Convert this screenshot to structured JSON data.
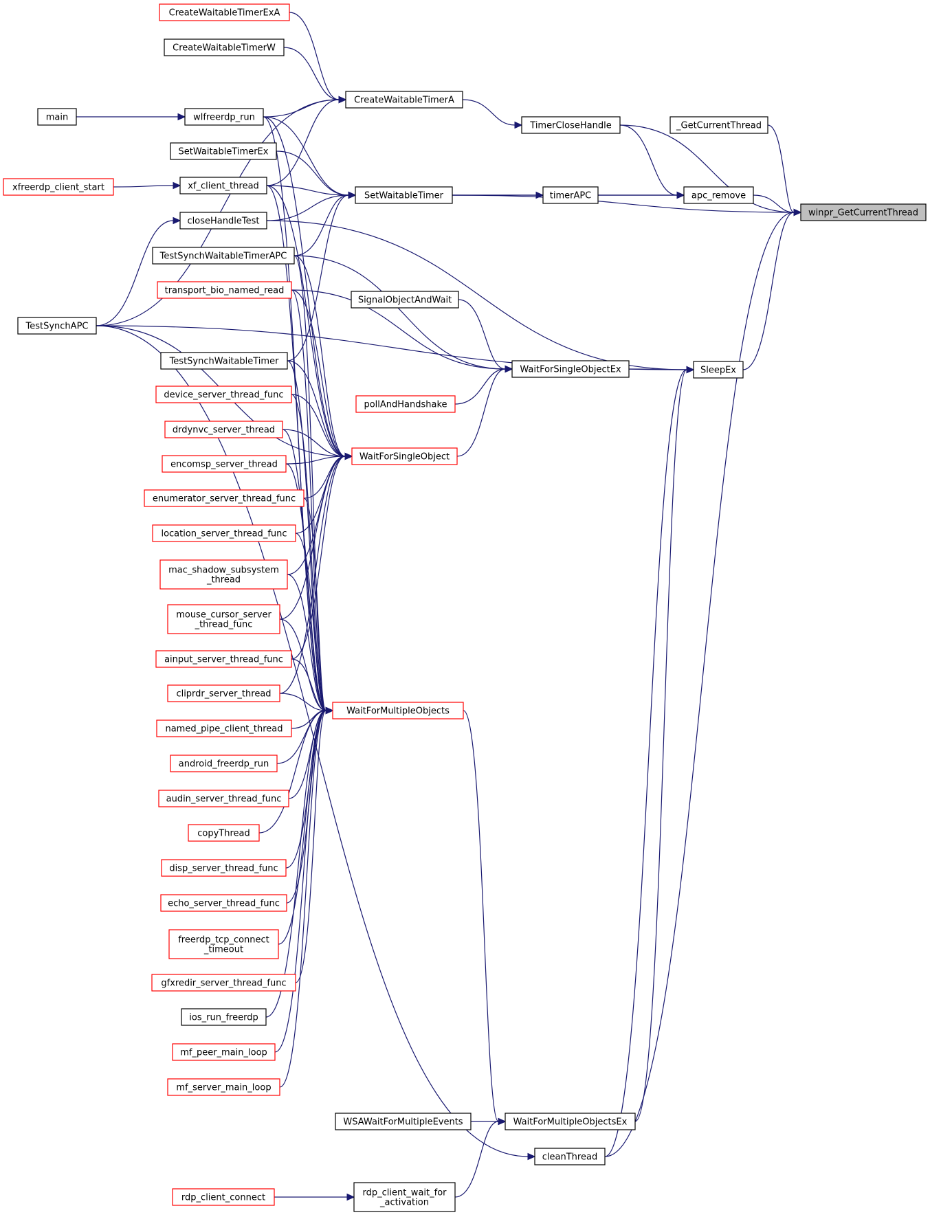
{
  "colors": {
    "edge": "#191970",
    "border_normal": "#000000",
    "border_external": "#ff0000",
    "focus_fill": "#bfbfbf",
    "background": "#ffffff"
  },
  "nodes": {
    "CreateWaitableTimerExA": {
      "label": [
        "CreateWaitableTimerExA"
      ],
      "style": "red"
    },
    "CreateWaitableTimerW": {
      "label": [
        "CreateWaitableTimerW"
      ],
      "style": "black"
    },
    "main": {
      "label": [
        "main"
      ],
      "style": "black"
    },
    "wlfreerdp_run": {
      "label": [
        "wlfreerdp_run"
      ],
      "style": "black"
    },
    "CreateWaitableTimerA": {
      "label": [
        "CreateWaitableTimerA"
      ],
      "style": "black"
    },
    "TimerCloseHandle": {
      "label": [
        "TimerCloseHandle"
      ],
      "style": "black"
    },
    "_GetCurrentThread": {
      "label": [
        "_GetCurrentThread"
      ],
      "style": "black"
    },
    "SetWaitableTimerEx": {
      "label": [
        "SetWaitableTimerEx"
      ],
      "style": "black"
    },
    "xfreerdp_client_start": {
      "label": [
        "xfreerdp_client_start"
      ],
      "style": "red"
    },
    "xf_client_thread": {
      "label": [
        "xf_client_thread"
      ],
      "style": "black"
    },
    "SetWaitableTimer": {
      "label": [
        "SetWaitableTimer"
      ],
      "style": "black"
    },
    "timerAPC": {
      "label": [
        "timerAPC"
      ],
      "style": "black"
    },
    "apc_remove": {
      "label": [
        "apc_remove"
      ],
      "style": "black"
    },
    "winpr_GetCurrentThread": {
      "label": [
        "winpr_GetCurrentThread"
      ],
      "style": "focus"
    },
    "closeHandleTest": {
      "label": [
        "closeHandleTest"
      ],
      "style": "black"
    },
    "TestSynchWaitableTimerAPC": {
      "label": [
        "TestSynchWaitableTimerAPC"
      ],
      "style": "black"
    },
    "transport_bio_named_read": {
      "label": [
        "transport_bio_named_read"
      ],
      "style": "red"
    },
    "SignalObjectAndWait": {
      "label": [
        "SignalObjectAndWait"
      ],
      "style": "black"
    },
    "TestSynchAPC": {
      "label": [
        "TestSynchAPC"
      ],
      "style": "black"
    },
    "TestSynchWaitableTimer": {
      "label": [
        "TestSynchWaitableTimer"
      ],
      "style": "black"
    },
    "WaitForSingleObjectEx": {
      "label": [
        "WaitForSingleObjectEx"
      ],
      "style": "black"
    },
    "SleepEx": {
      "label": [
        "SleepEx"
      ],
      "style": "black"
    },
    "device_server_thread_func": {
      "label": [
        "device_server_thread_func"
      ],
      "style": "red"
    },
    "pollAndHandshake": {
      "label": [
        "pollAndHandshake"
      ],
      "style": "red"
    },
    "drdynvc_server_thread": {
      "label": [
        "drdynvc_server_thread"
      ],
      "style": "red"
    },
    "WaitForSingleObject": {
      "label": [
        "WaitForSingleObject"
      ],
      "style": "red"
    },
    "encomsp_server_thread": {
      "label": [
        "encomsp_server_thread"
      ],
      "style": "red"
    },
    "enumerator_server_thread_func": {
      "label": [
        "enumerator_server_thread_func"
      ],
      "style": "red"
    },
    "location_server_thread_func": {
      "label": [
        "location_server_thread_func"
      ],
      "style": "red"
    },
    "mac_shadow_subsystem_thread": {
      "label": [
        "mac_shadow_subsystem",
        "_thread"
      ],
      "style": "red"
    },
    "mouse_cursor_server_thread_func": {
      "label": [
        "mouse_cursor_server",
        "_thread_func"
      ],
      "style": "red"
    },
    "ainput_server_thread_func": {
      "label": [
        "ainput_server_thread_func"
      ],
      "style": "red"
    },
    "cliprdr_server_thread": {
      "label": [
        "cliprdr_server_thread"
      ],
      "style": "red"
    },
    "WaitForMultipleObjects": {
      "label": [
        "WaitForMultipleObjects"
      ],
      "style": "red"
    },
    "named_pipe_client_thread": {
      "label": [
        "named_pipe_client_thread"
      ],
      "style": "red"
    },
    "android_freerdp_run": {
      "label": [
        "android_freerdp_run"
      ],
      "style": "red"
    },
    "audin_server_thread_func": {
      "label": [
        "audin_server_thread_func"
      ],
      "style": "red"
    },
    "copyThread": {
      "label": [
        "copyThread"
      ],
      "style": "red"
    },
    "disp_server_thread_func": {
      "label": [
        "disp_server_thread_func"
      ],
      "style": "red"
    },
    "echo_server_thread_func": {
      "label": [
        "echo_server_thread_func"
      ],
      "style": "red"
    },
    "freerdp_tcp_connect_timeout": {
      "label": [
        "freerdp_tcp_connect",
        "_timeout"
      ],
      "style": "red"
    },
    "gfxredir_server_thread_func": {
      "label": [
        "gfxredir_server_thread_func"
      ],
      "style": "red"
    },
    "ios_run_freerdp": {
      "label": [
        "ios_run_freerdp"
      ],
      "style": "black"
    },
    "mf_peer_main_loop": {
      "label": [
        "mf_peer_main_loop"
      ],
      "style": "red"
    },
    "mf_server_main_loop": {
      "label": [
        "mf_server_main_loop"
      ],
      "style": "red"
    },
    "WSAWaitForMultipleEvents": {
      "label": [
        "WSAWaitForMultipleEvents"
      ],
      "style": "black"
    },
    "WaitForMultipleObjectsEx": {
      "label": [
        "WaitForMultipleObjectsEx"
      ],
      "style": "black"
    },
    "cleanThread": {
      "label": [
        "cleanThread"
      ],
      "style": "black"
    },
    "rdp_client_connect": {
      "label": [
        "rdp_client_connect"
      ],
      "style": "red"
    },
    "rdp_client_wait_for_activation": {
      "label": [
        "rdp_client_wait_for",
        "_activation"
      ],
      "style": "black"
    }
  },
  "edges": [
    [
      "CreateWaitableTimerExA",
      "CreateWaitableTimerA"
    ],
    [
      "CreateWaitableTimerW",
      "CreateWaitableTimerA"
    ],
    [
      "TestSynchAPC",
      "CreateWaitableTimerA"
    ],
    [
      "wlfreerdp_run",
      "CreateWaitableTimerA"
    ],
    [
      "xf_client_thread",
      "CreateWaitableTimerA"
    ],
    [
      "main",
      "wlfreerdp_run"
    ],
    [
      "CreateWaitableTimerA",
      "TimerCloseHandle"
    ],
    [
      "TimerCloseHandle",
      "winpr_GetCurrentThread"
    ],
    [
      "TimerCloseHandle",
      "apc_remove"
    ],
    [
      "_GetCurrentThread",
      "winpr_GetCurrentThread"
    ],
    [
      "wlfreerdp_run",
      "SetWaitableTimer"
    ],
    [
      "SetWaitableTimerEx",
      "SetWaitableTimer"
    ],
    [
      "xf_client_thread",
      "SetWaitableTimer"
    ],
    [
      "closeHandleTest",
      "SetWaitableTimer"
    ],
    [
      "TestSynchWaitableTimerAPC",
      "SetWaitableTimer"
    ],
    [
      "TestSynchWaitableTimer",
      "SetWaitableTimer"
    ],
    [
      "xfreerdp_client_start",
      "xf_client_thread"
    ],
    [
      "TestSynchAPC",
      "closeHandleTest"
    ],
    [
      "SetWaitableTimer",
      "timerAPC"
    ],
    [
      "SetWaitableTimer",
      "apc_remove"
    ],
    [
      "SetWaitableTimer",
      "winpr_GetCurrentThread"
    ],
    [
      "timerAPC",
      "apc_remove"
    ],
    [
      "apc_remove",
      "winpr_GetCurrentThread"
    ],
    [
      "SleepEx",
      "winpr_GetCurrentThread"
    ],
    [
      "cleanThread",
      "winpr_GetCurrentThread"
    ],
    [
      "closeHandleTest",
      "SleepEx"
    ],
    [
      "WaitForSingleObjectEx",
      "SleepEx"
    ],
    [
      "WaitForMultipleObjectsEx",
      "SleepEx"
    ],
    [
      "TestSynchAPC",
      "SleepEx"
    ],
    [
      "cleanThread",
      "SleepEx"
    ],
    [
      "SignalObjectAndWait",
      "WaitForSingleObjectEx"
    ],
    [
      "TestSynchWaitableTimerAPC",
      "WaitForSingleObjectEx"
    ],
    [
      "transport_bio_named_read",
      "WaitForSingleObjectEx"
    ],
    [
      "pollAndHandshake",
      "WaitForSingleObjectEx"
    ],
    [
      "WaitForSingleObject",
      "WaitForSingleObjectEx"
    ],
    [
      "wlfreerdp_run",
      "WaitForSingleObject"
    ],
    [
      "xf_client_thread",
      "WaitForSingleObject"
    ],
    [
      "TestSynchWaitableTimerAPC",
      "WaitForSingleObject"
    ],
    [
      "transport_bio_named_read",
      "WaitForSingleObject"
    ],
    [
      "TestSynchAPC",
      "WaitForSingleObject"
    ],
    [
      "TestSynchWaitableTimer",
      "WaitForSingleObject"
    ],
    [
      "device_server_thread_func",
      "WaitForSingleObject"
    ],
    [
      "drdynvc_server_thread",
      "WaitForSingleObject"
    ],
    [
      "encomsp_server_thread",
      "WaitForSingleObject"
    ],
    [
      "enumerator_server_thread_func",
      "WaitForSingleObject"
    ],
    [
      "location_server_thread_func",
      "WaitForSingleObject"
    ],
    [
      "mac_shadow_subsystem_thread",
      "WaitForSingleObject"
    ],
    [
      "mouse_cursor_server_thread_func",
      "WaitForSingleObject"
    ],
    [
      "ainput_server_thread_func",
      "WaitForSingleObject"
    ],
    [
      "cliprdr_server_thread",
      "WaitForSingleObject"
    ],
    [
      "wlfreerdp_run",
      "WaitForMultipleObjects"
    ],
    [
      "xf_client_thread",
      "WaitForMultipleObjects"
    ],
    [
      "TestSynchWaitableTimerAPC",
      "WaitForMultipleObjects"
    ],
    [
      "transport_bio_named_read",
      "WaitForMultipleObjects"
    ],
    [
      "TestSynchWaitableTimer",
      "WaitForMultipleObjects"
    ],
    [
      "device_server_thread_func",
      "WaitForMultipleObjects"
    ],
    [
      "drdynvc_server_thread",
      "WaitForMultipleObjects"
    ],
    [
      "encomsp_server_thread",
      "WaitForMultipleObjects"
    ],
    [
      "enumerator_server_thread_func",
      "WaitForMultipleObjects"
    ],
    [
      "location_server_thread_func",
      "WaitForMultipleObjects"
    ],
    [
      "mac_shadow_subsystem_thread",
      "WaitForMultipleObjects"
    ],
    [
      "mouse_cursor_server_thread_func",
      "WaitForMultipleObjects"
    ],
    [
      "ainput_server_thread_func",
      "WaitForMultipleObjects"
    ],
    [
      "cliprdr_server_thread",
      "WaitForMultipleObjects"
    ],
    [
      "named_pipe_client_thread",
      "WaitForMultipleObjects"
    ],
    [
      "android_freerdp_run",
      "WaitForMultipleObjects"
    ],
    [
      "audin_server_thread_func",
      "WaitForMultipleObjects"
    ],
    [
      "copyThread",
      "WaitForMultipleObjects"
    ],
    [
      "disp_server_thread_func",
      "WaitForMultipleObjects"
    ],
    [
      "echo_server_thread_func",
      "WaitForMultipleObjects"
    ],
    [
      "freerdp_tcp_connect_timeout",
      "WaitForMultipleObjects"
    ],
    [
      "gfxredir_server_thread_func",
      "WaitForMultipleObjects"
    ],
    [
      "ios_run_freerdp",
      "WaitForMultipleObjects"
    ],
    [
      "mf_peer_main_loop",
      "WaitForMultipleObjects"
    ],
    [
      "mf_server_main_loop",
      "WaitForMultipleObjects"
    ],
    [
      "WaitForMultipleObjects",
      "WaitForMultipleObjectsEx"
    ],
    [
      "WSAWaitForMultipleEvents",
      "WaitForMultipleObjectsEx"
    ],
    [
      "rdp_client_wait_for_activation",
      "WaitForMultipleObjectsEx"
    ],
    [
      "TestSynchAPC",
      "cleanThread"
    ],
    [
      "rdp_client_connect",
      "rdp_client_wait_for_activation"
    ]
  ]
}
